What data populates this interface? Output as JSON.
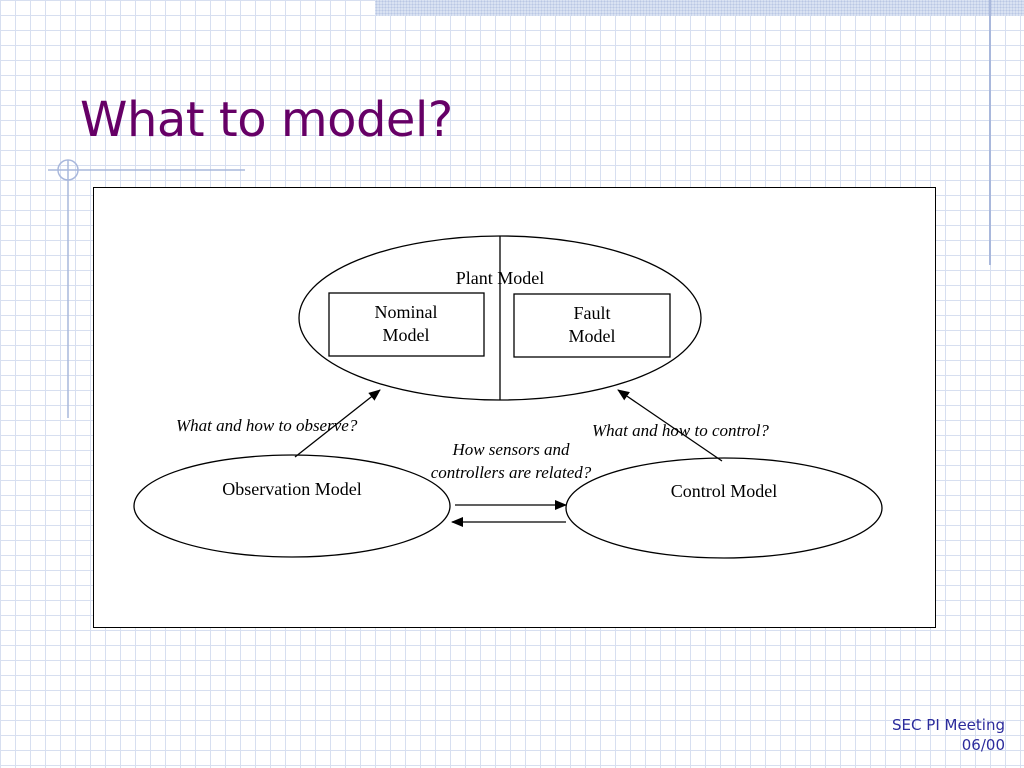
{
  "slide": {
    "title": "What to model?"
  },
  "diagram": {
    "plant_model": "Plant Model",
    "nominal_model_line1": "Nominal",
    "nominal_model_line2": "Model",
    "fault_model_line1": "Fault",
    "fault_model_line2": "Model",
    "observation_model": "Observation Model",
    "control_model": "Control Model",
    "observe_question": "What and how to observe?",
    "control_question": "What and how to control?",
    "relation_question_line1": "How sensors and",
    "relation_question_line2": "controllers are related?"
  },
  "footer": {
    "line1": "SEC PI Meeting",
    "line2": "06/00"
  },
  "colors": {
    "title": "#660066",
    "footer": "#2b2b9c",
    "grid": "#d7dff0",
    "accent_line": "#a9b8dc"
  }
}
